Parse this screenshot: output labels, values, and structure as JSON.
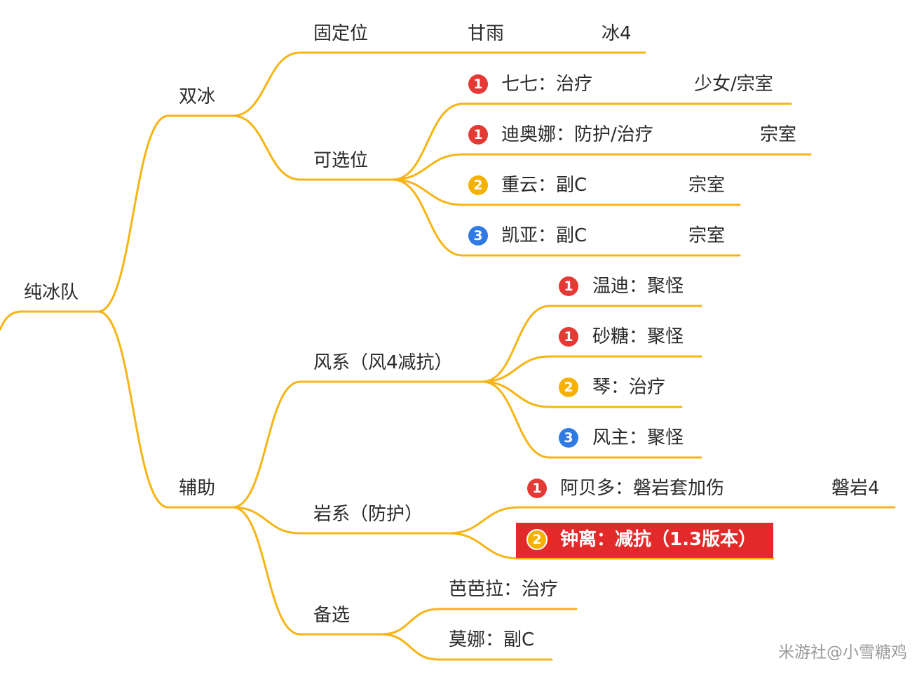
{
  "colors": {
    "line": "#f7b515",
    "highlight_bg": "#e32a2a",
    "rank1": "#e53935",
    "rank2": "#f6b100",
    "rank3": "#2f7be3"
  },
  "root": "纯冰队",
  "double_ice": {
    "label": "双冰",
    "fixed": {
      "label": "固定位",
      "character": "甘雨",
      "artifact": "冰4"
    },
    "optional": {
      "label": "可选位",
      "items": [
        {
          "rank": "1",
          "text": "七七：治疗",
          "artifact": "少女/宗室"
        },
        {
          "rank": "1",
          "text": "迪奥娜：防护/治疗",
          "artifact": "宗室"
        },
        {
          "rank": "2",
          "text": "重云：副C",
          "artifact": "宗室"
        },
        {
          "rank": "3",
          "text": "凯亚：副C",
          "artifact": "宗室"
        }
      ]
    }
  },
  "support": {
    "label": "辅助",
    "anemo": {
      "label": "风系（风4减抗）",
      "items": [
        {
          "rank": "1",
          "text": "温迪：聚怪"
        },
        {
          "rank": "1",
          "text": "砂糖：聚怪"
        },
        {
          "rank": "2",
          "text": "琴：治疗"
        },
        {
          "rank": "3",
          "text": "风主：聚怪"
        }
      ]
    },
    "geo": {
      "label": "岩系（防护）",
      "items": [
        {
          "rank": "1",
          "text": "阿贝多：磐岩套加伤",
          "artifact": "磐岩4"
        },
        {
          "rank": "2",
          "text": "钟离：减抗（1.3版本）"
        }
      ]
    },
    "alternates": {
      "label": "备选",
      "items": [
        {
          "text": "芭芭拉：治疗"
        },
        {
          "text": "莫娜：副C"
        }
      ]
    }
  },
  "watermark": "米游社@小雪糖鸡"
}
